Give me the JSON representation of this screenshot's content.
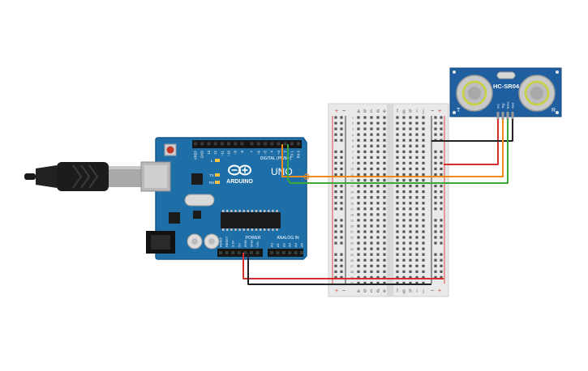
{
  "arduino": {
    "brand": "ARDUINO",
    "model": "UNO",
    "digital_header_label": "DIGITAL (PWM~)",
    "power_header_label": "POWER",
    "analog_header_label": "ANALOG IN",
    "led_tx": "TX",
    "led_rx": "RX",
    "led_l": "L",
    "digital_pins": [
      "AREF",
      "GND",
      "13",
      "12",
      "~11",
      "~10",
      "~9",
      "8",
      "7",
      "~6",
      "~5",
      "4",
      "~3",
      "2",
      "TX 1",
      "RX 0"
    ],
    "power_pins": [
      "IOREF",
      "RESET",
      "3.3V",
      "5V",
      "GND",
      "GND",
      "VIN"
    ],
    "analog_pins": [
      "A0",
      "A1",
      "A2",
      "A3",
      "A4",
      "A5"
    ]
  },
  "breadboard": {
    "columns_left": [
      "a",
      "b",
      "c",
      "d",
      "e"
    ],
    "columns_right": [
      "f",
      "g",
      "h",
      "i",
      "j"
    ],
    "rows": 30,
    "rail_plus": "+",
    "rail_minus": "−"
  },
  "sensor": {
    "model": "HC-SR04",
    "pins": [
      "Vcc",
      "Trig",
      "Echo",
      "Gnd"
    ],
    "corner_left": "T",
    "corner_right": "R"
  },
  "wires": {
    "red": "#d32f2f",
    "black": "#222222",
    "orange": "#f08a1c",
    "green": "#3aa83a"
  },
  "colors": {
    "board": "#1e6fa8",
    "board_edge": "#17598a",
    "breadboard": "#e9e9e9",
    "sensor_pcb": "#1f5fa0"
  }
}
